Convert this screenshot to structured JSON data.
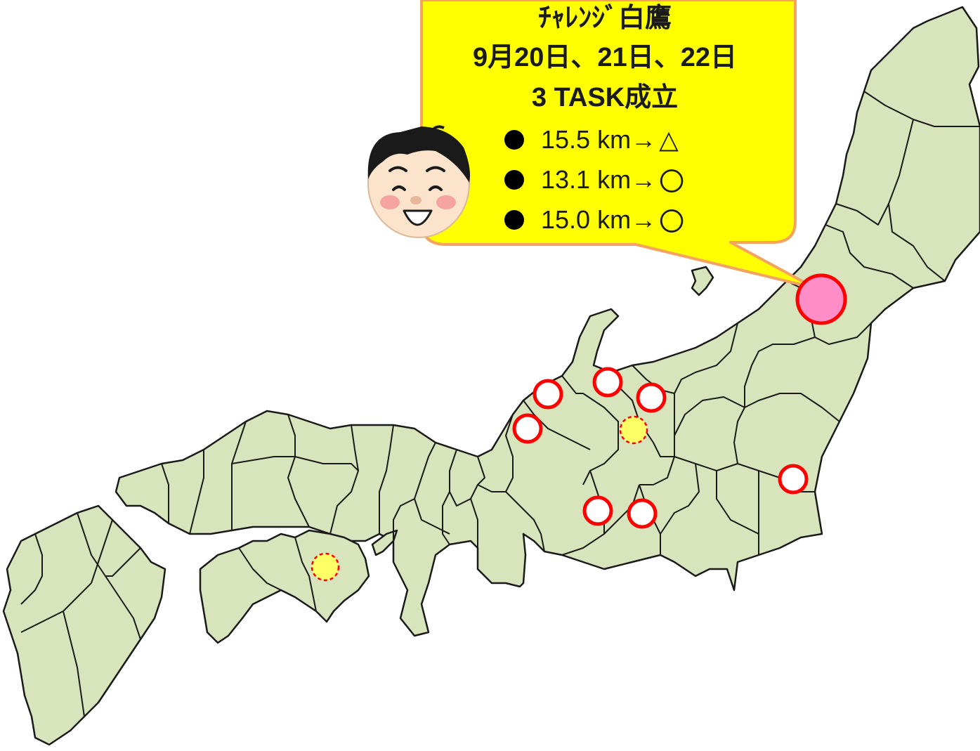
{
  "callout": {
    "title": "ﾁｬﾚﾝｼﾞ白鷹",
    "dates": "9月20日、21日、22日",
    "tasks": "3 TASK成立",
    "results": [
      {
        "text": "15.5 km→",
        "mark": "△"
      },
      {
        "text": "13.1 km→",
        "mark": "〇"
      },
      {
        "text": "15.0 km→",
        "mark": "〇"
      }
    ]
  },
  "colors": {
    "land": "#d8e4bc",
    "border": "#1a1a1a",
    "callout_fill": "#ffff00",
    "callout_border": "#f4a460",
    "highlight_fill": "#ff8ec8",
    "marker_ring": "#ff0000",
    "dashed_fill": "#ffff66"
  },
  "icons": {
    "character": "smiling-boy-icon",
    "highlight": "highlight-site-marker",
    "open_site": "open-circle-marker",
    "candidate_site": "dashed-circle-marker"
  }
}
